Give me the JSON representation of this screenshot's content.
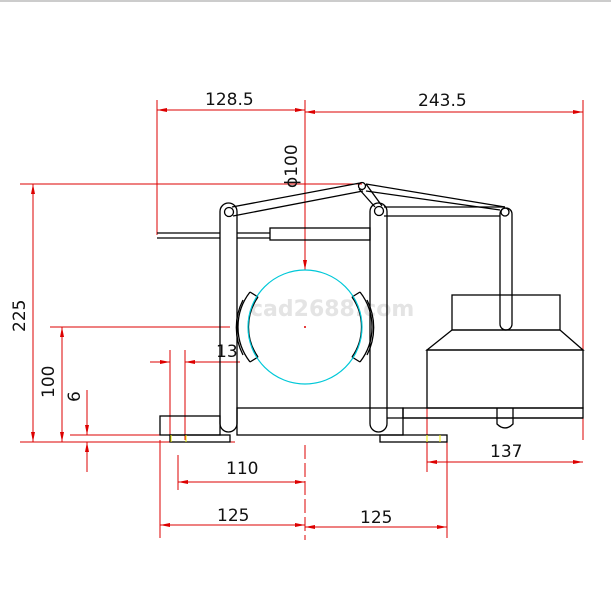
{
  "drawing": {
    "watermark": "cad2688.com",
    "dimensions": {
      "top_left": "128.5",
      "top_right": "243.5",
      "diameter": "ϕ100",
      "height_total": "225",
      "height_center": "100",
      "thickness": "6",
      "shoe_gap": "13",
      "bottom_110": "110",
      "bottom_left": "125",
      "bottom_right": "125",
      "motor_offset": "137"
    },
    "colors": {
      "dimension": "#dd0000",
      "geometry": "#000000",
      "wheel": "#00c8d8"
    }
  }
}
